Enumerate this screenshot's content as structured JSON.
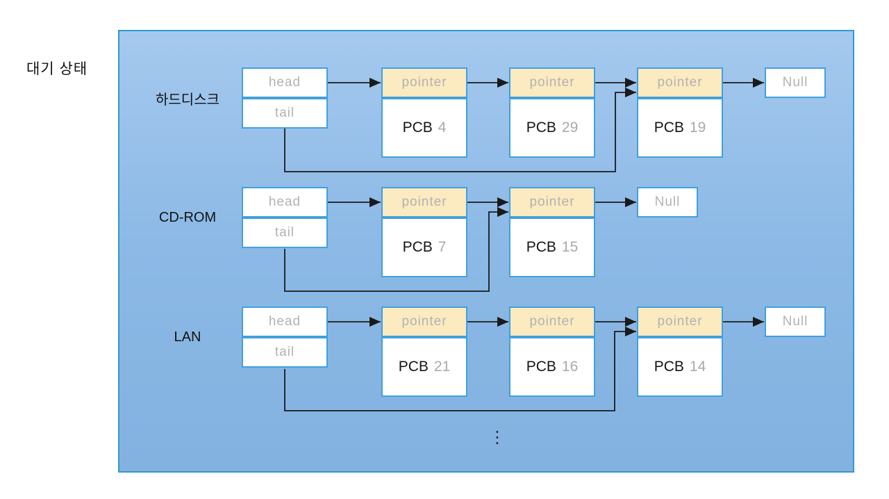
{
  "title": "대기 상태",
  "labels": {
    "head": "head",
    "tail": "tail",
    "pointer": "pointer",
    "null": "Null",
    "pcb": "PCB",
    "ellipsis": "⋮"
  },
  "colors": {
    "panel_top": "#a5c9ee",
    "panel_bottom": "#83b2e0",
    "panel_border": "#2e99d5",
    "box_border": "#41a0dc",
    "pointer_fill": "#fceac0",
    "muted_text": "#b2b2b2",
    "line": "#1a1a1a"
  },
  "rows": [
    {
      "label": "하드디스크",
      "nodes": [
        {
          "pcb": "4"
        },
        {
          "pcb": "29"
        },
        {
          "pcb": "19"
        }
      ]
    },
    {
      "label": "CD-ROM",
      "nodes": [
        {
          "pcb": "7"
        },
        {
          "pcb": "15"
        }
      ]
    },
    {
      "label": "LAN",
      "nodes": [
        {
          "pcb": "21"
        },
        {
          "pcb": "16"
        },
        {
          "pcb": "14"
        }
      ]
    }
  ]
}
